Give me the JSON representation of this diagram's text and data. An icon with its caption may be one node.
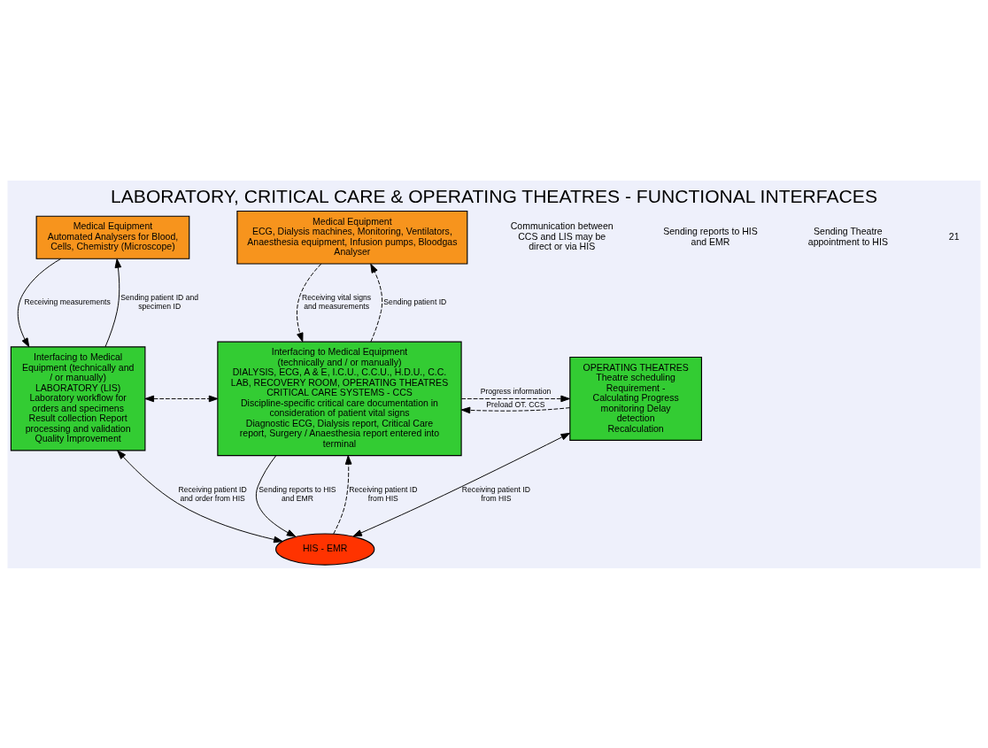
{
  "diagram": {
    "title": "LABORATORY, CRITICAL CARE & OPERATING THEATRES - FUNCTIONAL INTERFACES",
    "nodes": [
      {
        "text": [
          "Medical Equipment",
          "Automated Analysers for Blood, Cells, Chemistry (Microscope)"
        ]
      },
      {
        "text": [
          "Medical Equipment",
          "ECG, Dialysis machines, Monitoring, Ventilators, Anaesthesia equipment, Infusion pumps, Bloodgas Analyser"
        ]
      },
      {
        "text": [
          "Interfacing to Medical Equipment (technically and / or manually)",
          "LABORATORY (LIS)",
          "Laboratory workflow for orders and specimens Result collection Report processing and validation Quality Improvement"
        ]
      },
      {
        "text": [
          "Interfacing to Medical Equipment",
          "(technically and / or manually)",
          "DIALYSIS, ECG, A & E, I.C.U., C.C.U., H.D.U., C.C. LAB, RECOVERY ROOM, OPERATING THEATRES",
          "CRITICAL CARE SYSTEMS - CCS",
          "Discipline-specific critical care documentation in consideration of patient vital signs",
          "Diagnostic ECG, Dialysis report, Critical Care report, Surgery / Anaesthesia report entered into terminal"
        ]
      },
      {
        "text": [
          "OPERATING THEATRES",
          "Theatre scheduling Requirement - Calculating Progress monitoring Delay detection Recalculation"
        ]
      },
      {
        "text": [
          "HIS - EMR"
        ]
      }
    ],
    "edges": [
      {
        "from": 0,
        "to": 2,
        "arrow": "to",
        "label": "Receiving measurements"
      },
      {
        "from": 2,
        "to": 0,
        "arrow": "to",
        "label": "Sending patient ID and specimen ID"
      },
      {
        "from": 3,
        "to": 1,
        "arrow": "to",
        "style": "dashed",
        "label": "Sending patient ID"
      },
      {
        "from": 1,
        "to": 3,
        "arrow": "to",
        "style": "dashed",
        "label": "Receiving vital signs and measurements"
      },
      {
        "from": 2,
        "to": 3,
        "arrow": "both",
        "style": "dashed"
      },
      {
        "from": 4,
        "to": 3,
        "arrow": "to",
        "style": "dashed",
        "label": "Preload OT. CCS"
      },
      {
        "from": 3,
        "to": 4,
        "arrow": "to",
        "style": "dashed",
        "label": "Progress information"
      },
      {
        "from": 2,
        "to": 5,
        "arrow": "both",
        "label": "Receiving patient ID and order from HIS"
      },
      {
        "from": 5,
        "to": 3,
        "arrow": "to",
        "style": "dashed",
        "label": "Receiving patient ID from HIS"
      },
      {
        "from": 3,
        "to": 5,
        "arrow": "to",
        "label": "Sending reports to HIS and EMR"
      },
      {
        "from": 4,
        "to": 5,
        "arrow": "both",
        "label": "Receiving patient ID from HIS"
      }
    ],
    "labels": [
      "Communication between CCS and LIS may be direct or via HIS",
      "Sending reports to HIS and EMR",
      "Sending Theatre appointment to HIS",
      "21"
    ]
  }
}
